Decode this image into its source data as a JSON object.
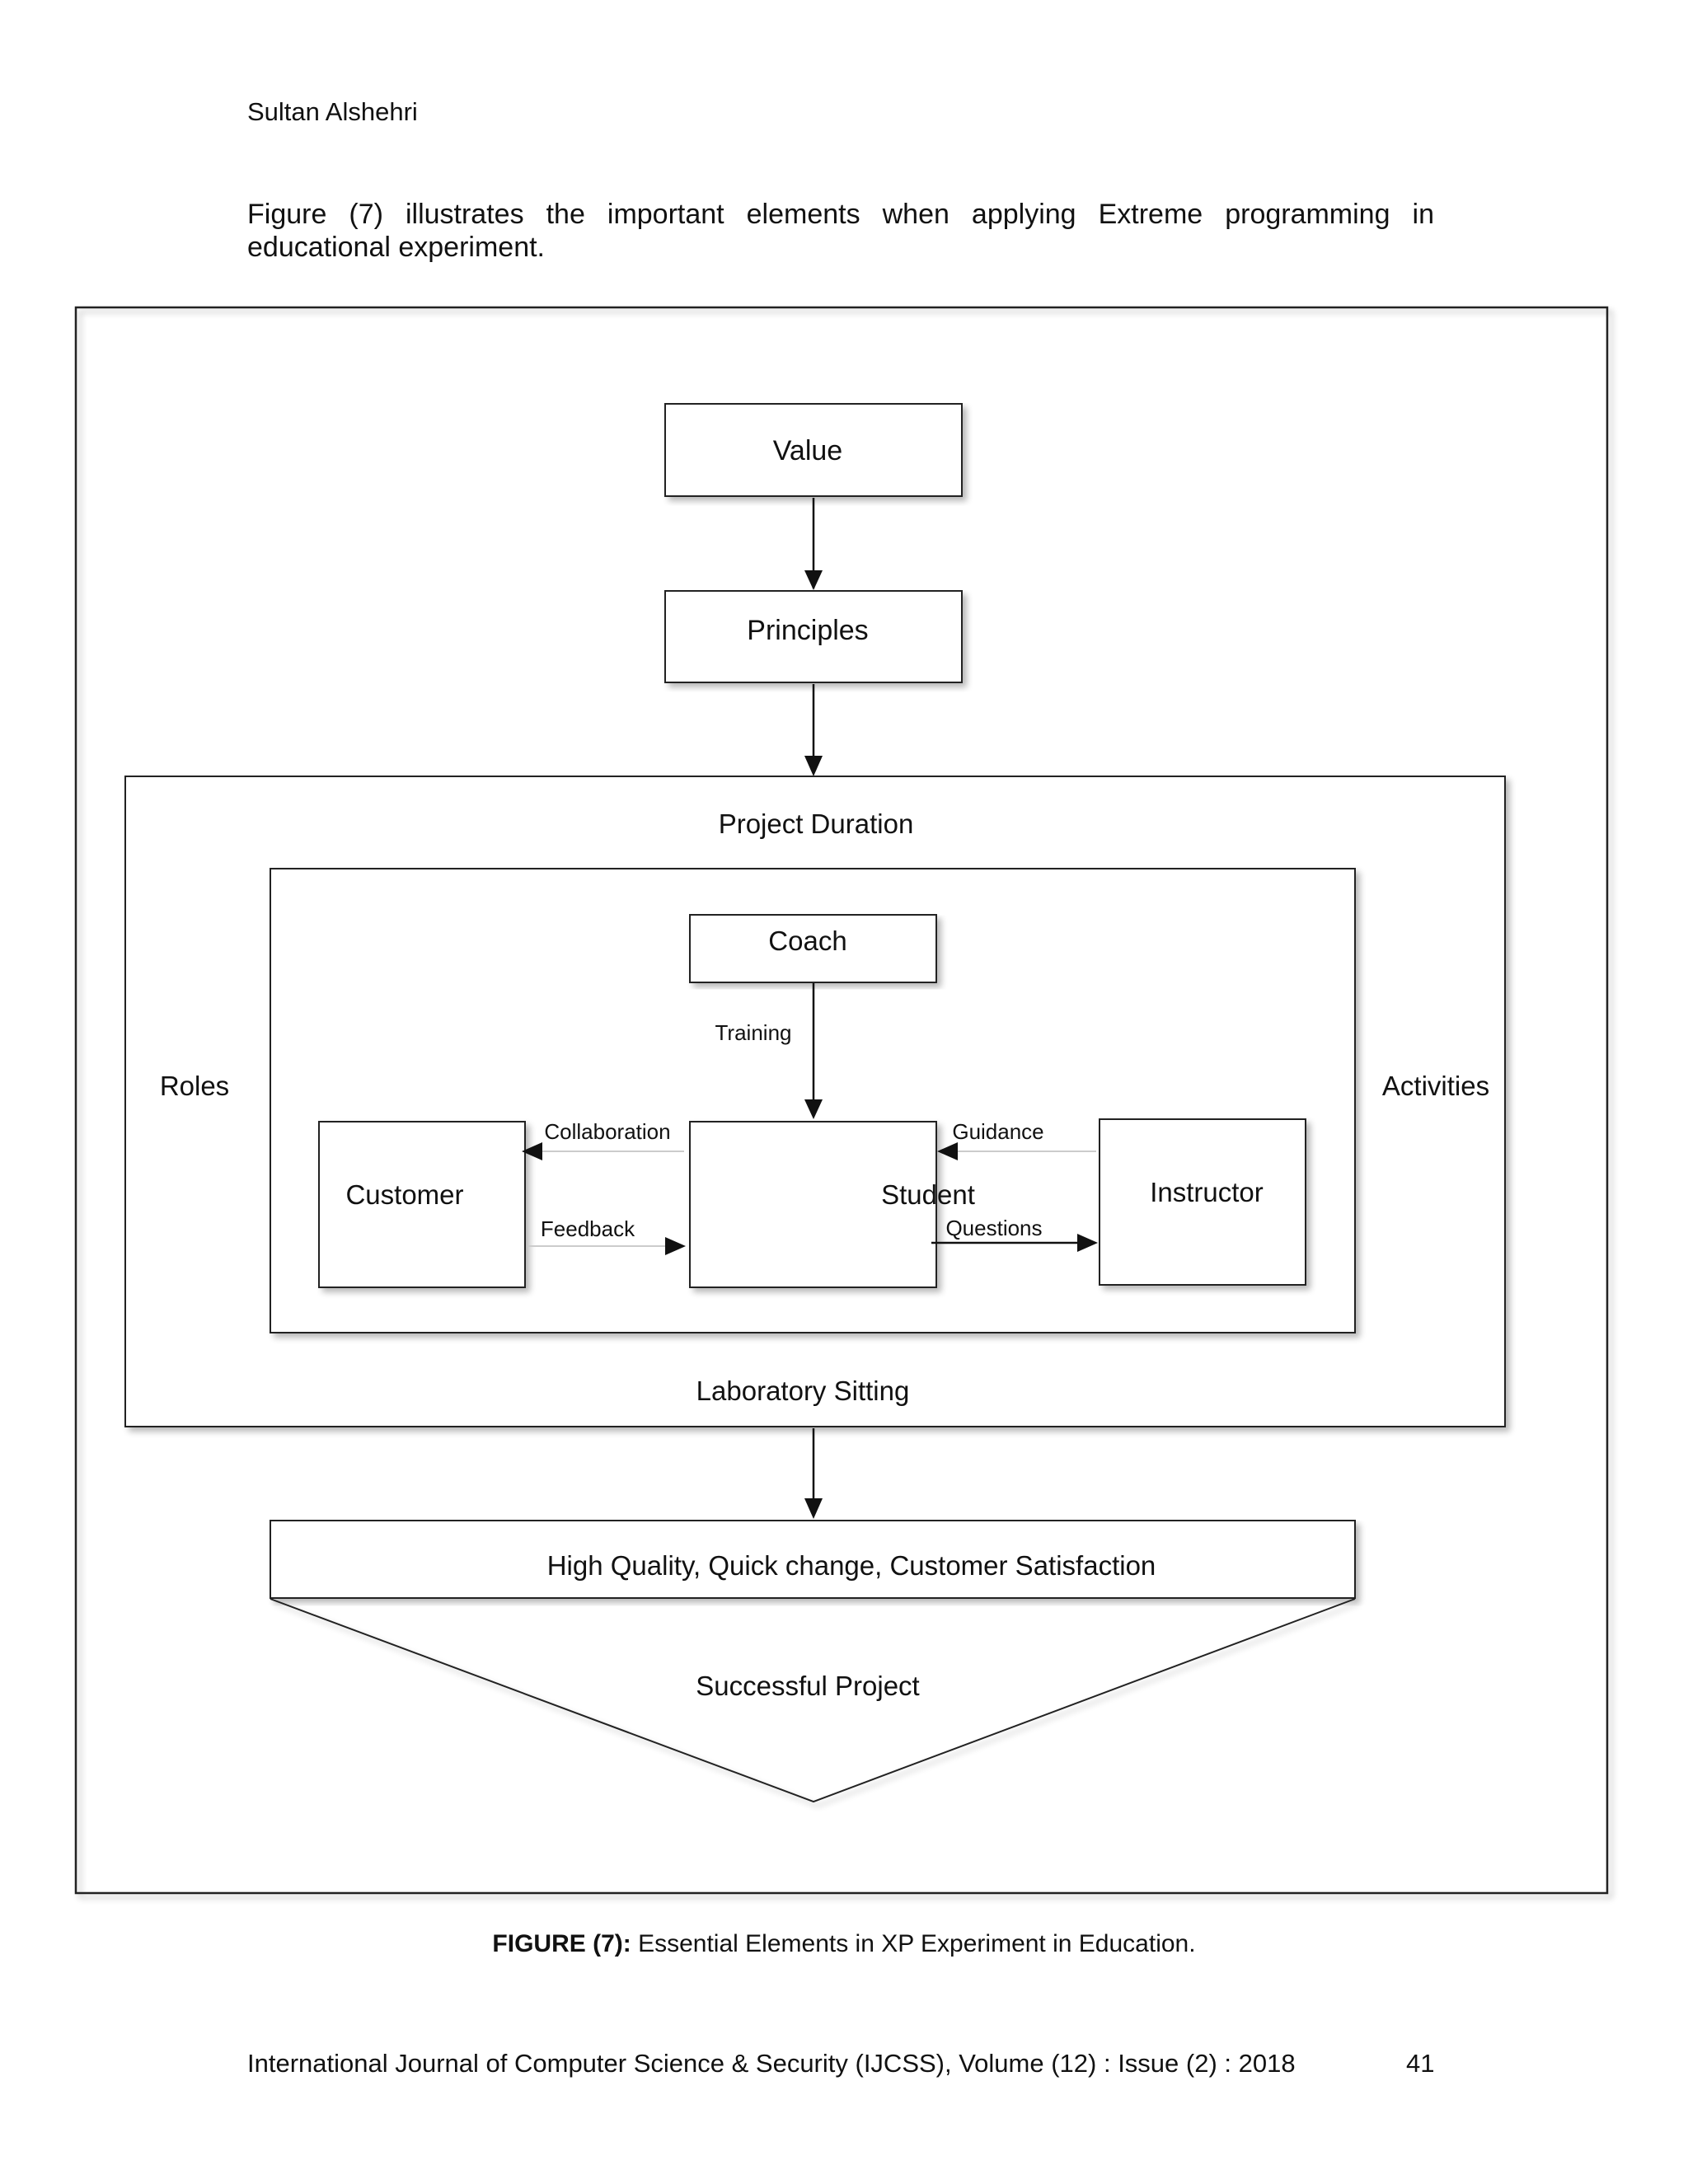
{
  "header": {
    "author": "Sultan Alshehri"
  },
  "intro": {
    "text": "Figure (7) illustrates the important elements when applying Extreme programming in educational experiment."
  },
  "diagram": {
    "nodes": {
      "value": "Value",
      "principles": "Principles",
      "project_duration": "Project Duration",
      "coach": "Coach",
      "roles": "Roles",
      "activities": "Activities",
      "customer": "Customer",
      "student": "Student",
      "instructor": "Instructor",
      "laboratory_sitting": "Laboratory Sitting",
      "outcomes": "High Quality, Quick change, Customer Satisfaction",
      "successful_project": "Successful Project"
    },
    "edges": {
      "training": "Training",
      "collaboration": "Collaboration",
      "feedback": "Feedback",
      "guidance": "Guidance",
      "questions": "Questions"
    }
  },
  "caption": {
    "label": "FIGURE (7):",
    "text": "Essential Elements in XP Experiment in Education."
  },
  "footer": {
    "journal": "International Journal of Computer Science & Security (IJCSS), Volume (12) : Issue (2) : 2018",
    "page_number": "41"
  }
}
